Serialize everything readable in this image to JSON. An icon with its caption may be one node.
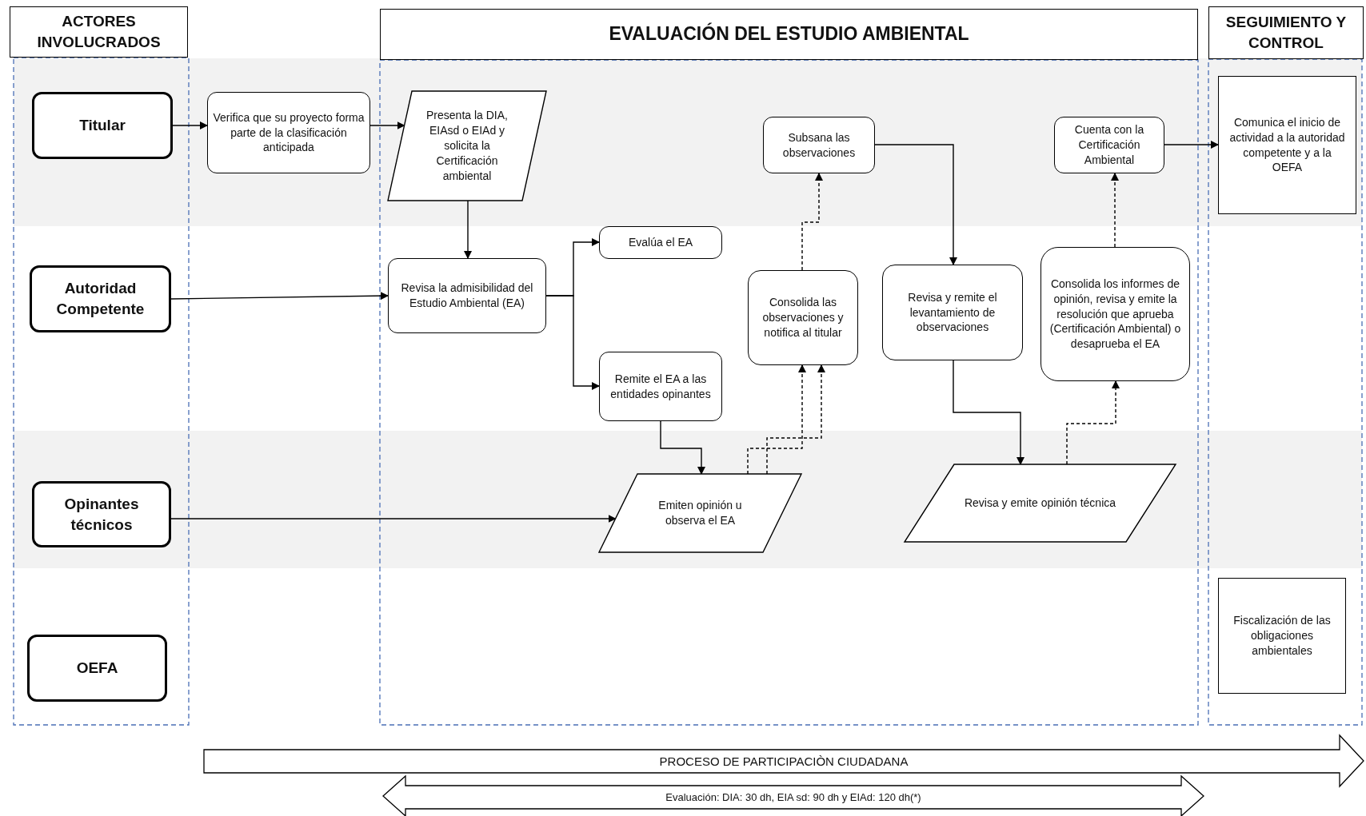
{
  "diagram": {
    "nodes": [
      {
        "text": [
          "ACTORES INVOLUCRADOS"
        ]
      },
      {
        "text": [
          "EVALUACIÓN DEL ESTUDIO AMBIENTAL"
        ]
      },
      {
        "text": [
          "SEGUIMIENTO Y CONTROL"
        ]
      },
      {
        "text": [
          "Titular"
        ]
      },
      {
        "text": [
          "Autoridad Competente"
        ]
      },
      {
        "text": [
          "Opinantes técnicos"
        ]
      },
      {
        "text": [
          "OEFA"
        ]
      },
      {
        "text": [
          "Verifica que su proyecto forma parte de la clasificación anticipada"
        ]
      },
      {
        "text": [
          "Presenta la DIA, EIAsd o EIAd y solicita la Certificación ambiental"
        ]
      },
      {
        "text": [
          "Revisa la admisibilidad del Estudio Ambiental (EA)"
        ]
      },
      {
        "text": [
          "Evalúa el EA"
        ]
      },
      {
        "text": [
          "Remite el EA a las entidades opinantes"
        ]
      },
      {
        "text": [
          "Subsana las observaciones"
        ]
      },
      {
        "text": [
          "Consolida las observaciones y notifica al titular"
        ]
      },
      {
        "text": [
          "Revisa y remite el levantamiento de observaciones"
        ]
      },
      {
        "text": [
          "Emiten opinión u observa el EA"
        ]
      },
      {
        "text": [
          "Revisa y emite opinión técnica"
        ]
      },
      {
        "text": [
          "Cuenta con la Certificación Ambiental"
        ]
      },
      {
        "text": [
          "Consolida los informes de opinión, revisa y emite la resolución que aprueba (Certificación Ambiental) o desaprueba el EA"
        ]
      },
      {
        "text": [
          "Comunica el inicio de actividad a la autoridad competente y a la OEFA"
        ]
      },
      {
        "text": [
          "Fiscalización de las obligaciones ambientales"
        ]
      },
      {
        "text": [
          "PROCESO DE PARTICIPACIÒN CIUDADANA"
        ]
      },
      {
        "text": [
          "Evaluación: DIA: 30 dh, EIA sd: 90 dh y EIAd: 120 dh(*)"
        ]
      }
    ],
    "edges": [
      {
        "from": 3,
        "to": 7,
        "arrow": "to"
      },
      {
        "from": 7,
        "to": 8,
        "arrow": "to"
      },
      {
        "from": 8,
        "to": 9,
        "arrow": "to"
      },
      {
        "from": 4,
        "to": 9,
        "arrow": "to"
      },
      {
        "from": 9,
        "to": 10,
        "arrow": "to"
      },
      {
        "from": 9,
        "to": 11,
        "arrow": "to"
      },
      {
        "from": 11,
        "to": 15,
        "arrow": "to"
      },
      {
        "from": 5,
        "to": 15,
        "arrow": "to"
      },
      {
        "from": 15,
        "to": 13,
        "arrow": "to",
        "style": "dashed"
      },
      {
        "from": 15,
        "to": 13,
        "arrow": "to",
        "style": "dashed"
      },
      {
        "from": 13,
        "to": 12,
        "arrow": "to",
        "style": "dashed"
      },
      {
        "from": 12,
        "to": 14,
        "arrow": "to"
      },
      {
        "from": 14,
        "to": 16,
        "arrow": "to"
      },
      {
        "from": 16,
        "to": 18,
        "arrow": "to",
        "style": "dashed"
      },
      {
        "from": 18,
        "to": 17,
        "arrow": "to",
        "style": "dashed"
      },
      {
        "from": 17,
        "to": 19,
        "arrow": "to"
      }
    ]
  }
}
